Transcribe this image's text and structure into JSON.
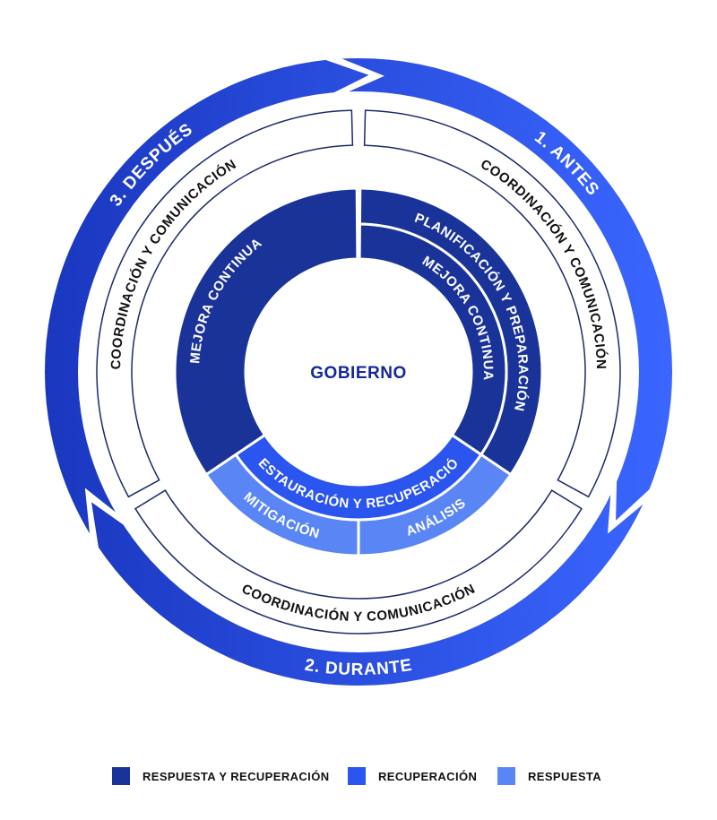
{
  "colors": {
    "dark": "#1a3399",
    "medium": "#2a55ee",
    "light": "#5a86f5",
    "ring_start": "#1a37bf",
    "ring_end": "#3a66ff"
  },
  "center": {
    "label": "GOBIERNO"
  },
  "phases": {
    "antes": "1. ANTES",
    "durante": "2. DURANTE",
    "despues": "3. DESPUÉS"
  },
  "rings": {
    "coordinacion_antes": "COORDINACIÓN Y COMUNICACIÓN",
    "coordinacion_durante": "COORDINACIÓN Y COMUNICACIÓN",
    "coordinacion_despues": "COORDINACIÓN Y COMUNICACIÓN",
    "planificacion": "PLANIFICACIÓN Y PREPARACIÓN",
    "mejora_continua_antes": "MEJORA CONTINUA",
    "mejora_continua_despues": "MEJORA CONTINUA",
    "restauracion": "RESTAURACIÓN Y RECUPERACIÓN",
    "mitigacion": "MITIGACIÓN",
    "analisis": "ANÁLISIS"
  },
  "legend": [
    {
      "label": "RESPUESTA Y RECUPERACIÓN",
      "color": "#1a3399"
    },
    {
      "label": "RECUPERACIÓN",
      "color": "#2a55ee"
    },
    {
      "label": "RESPUESTA",
      "color": "#5a86f5"
    }
  ]
}
